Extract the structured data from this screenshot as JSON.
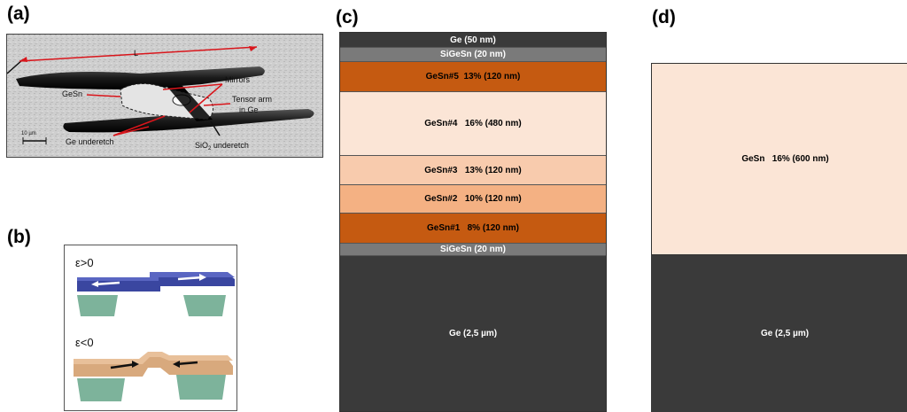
{
  "panels": {
    "a": "(a)",
    "b": "(b)",
    "c": "(c)",
    "d": "(d)"
  },
  "sem_labels": {
    "length": "L",
    "mirrors": "Mirrors",
    "gesn": "GeSn",
    "tensor_line1": "Tensor arm",
    "tensor_line2": "in Ge",
    "scale": "10 µm",
    "ge_underetch": "Ge underetch",
    "sio2_prefix": "SiO",
    "sio2_sub": "2",
    "sio2_suffix": " underetch"
  },
  "strain_labels": {
    "tensile": "ε>0",
    "compressive": "ε<0"
  },
  "stack_c": [
    {
      "label": "Ge (50 nm)",
      "color": "#3a3a3a",
      "text_color": "#ffffff"
    },
    {
      "label": "SiGeSn (20 nm)",
      "color": "#7a7a7a",
      "text_color": "#ffffff"
    },
    {
      "label": "GeSn#5  13% (120 nm)",
      "color": "#c55a11",
      "text_color": "#000000"
    },
    {
      "label": "GeSn#4   16% (480 nm)",
      "color": "#fbe5d6",
      "text_color": "#000000"
    },
    {
      "label": "GeSn#3   13% (120 nm)",
      "color": "#f8cbad",
      "text_color": "#000000"
    },
    {
      "label": "GeSn#2   10% (120 nm)",
      "color": "#f4b183",
      "text_color": "#000000"
    },
    {
      "label": "GeSn#1   8% (120 nm)",
      "color": "#c55a11",
      "text_color": "#000000"
    },
    {
      "label": "SiGeSn (20 nm)",
      "color": "#7a7a7a",
      "text_color": "#ffffff"
    },
    {
      "label": "Ge (2,5 µm)",
      "color": "#3a3a3a",
      "text_color": "#ffffff"
    }
  ],
  "stack_d": [
    {
      "label": "GeSn   16% (600 nm)",
      "color": "#fbe5d6",
      "text_color": "#000000"
    },
    {
      "label": "Ge (2,5 µm)",
      "color": "#3a3a3a",
      "text_color": "#ffffff"
    }
  ]
}
